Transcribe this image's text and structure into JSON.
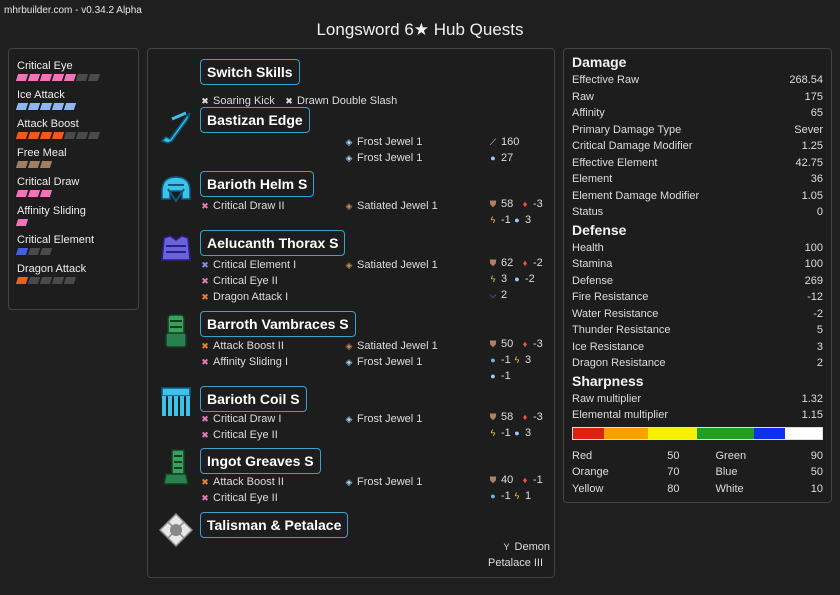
{
  "header": {
    "version": "mhrbuilder.com - v0.34.2 Alpha",
    "title": "Longsword 6★ Hub Quests"
  },
  "skills": [
    {
      "name": "Critical Eye",
      "level": 5,
      "max": 7,
      "color": "#f075b8"
    },
    {
      "name": "Ice Attack",
      "level": 5,
      "max": 5,
      "color": "#8fb6f0"
    },
    {
      "name": "Attack Boost",
      "level": 4,
      "max": 7,
      "color": "#f05a20"
    },
    {
      "name": "Free Meal",
      "level": 3,
      "max": 3,
      "color": "#a08060"
    },
    {
      "name": "Critical Draw",
      "level": 3,
      "max": 3,
      "color": "#f075b8"
    },
    {
      "name": "Affinity Sliding",
      "level": 1,
      "max": 1,
      "color": "#f075b8"
    },
    {
      "name": "Critical Element",
      "level": 1,
      "max": 3,
      "color": "#4060e0"
    },
    {
      "name": "Dragon Attack",
      "level": 1,
      "max": 5,
      "color": "#f06010"
    }
  ],
  "equipment": {
    "switch": {
      "name": "Switch Skills",
      "skills": [
        "Soaring Kick",
        "Drawn Double Slash"
      ]
    },
    "weapon": {
      "name": "Bastizan Edge",
      "jewels": [
        "Frost Jewel 1",
        "Frost Jewel 1"
      ],
      "stats": [
        "160",
        "27"
      ]
    },
    "helm": {
      "name": "Barioth Helm S",
      "skills": [
        "Critical Draw II"
      ],
      "jewels": [
        "Satiated Jewel 1"
      ],
      "stats": {
        "def": "58",
        "fire": "-3",
        "thunder": "-1",
        "ice": "3"
      }
    },
    "chest": {
      "name": "Aelucanth Thorax S",
      "skills": [
        "Critical Element I",
        "Critical Eye II",
        "Dragon Attack I"
      ],
      "jewels": [
        "Satiated Jewel 1"
      ],
      "stats": {
        "def": "62",
        "fire": "-2",
        "thunder": "3",
        "ice": "-2",
        "dragon": "2"
      }
    },
    "arms": {
      "name": "Barroth Vambraces S",
      "skills": [
        "Attack Boost II",
        "Affinity Sliding I"
      ],
      "jewels": [
        "Satiated Jewel 1",
        "Frost Jewel 1"
      ],
      "stats": {
        "def": "50",
        "fire": "-3",
        "water": "-1",
        "thunder": "3",
        "ice": "-1"
      }
    },
    "waist": {
      "name": "Barioth Coil S",
      "skills": [
        "Critical Draw I",
        "Critical Eye II"
      ],
      "jewels": [
        "Frost Jewel 1"
      ],
      "stats": {
        "def": "58",
        "fire": "-3",
        "thunder": "-1",
        "ice": "3"
      }
    },
    "legs": {
      "name": "Ingot Greaves S",
      "skills": [
        "Attack Boost II",
        "Critical Eye II"
      ],
      "jewels": [
        "Frost Jewel 1"
      ],
      "stats": {
        "def": "40",
        "fire": "-1",
        "water": "-1",
        "thunder": "1"
      }
    },
    "talisman": {
      "name": "Talisman & Petalace",
      "petalace_line1": "Demon",
      "petalace_line2": "Petalace III"
    }
  },
  "stats": {
    "damage_title": "Damage",
    "damage": [
      {
        "label": "Effective Raw",
        "value": "268.54"
      },
      {
        "label": "Raw",
        "value": "175"
      },
      {
        "label": "Affinity",
        "value": "65"
      },
      {
        "label": "Primary Damage Type",
        "value": "Sever"
      },
      {
        "label": "Critical Damage Modifier",
        "value": "1.25"
      },
      {
        "label": "Effective Element",
        "value": "42.75"
      },
      {
        "label": "Element",
        "value": "36"
      },
      {
        "label": "Element Damage Modifier",
        "value": "1.05"
      },
      {
        "label": "Status",
        "value": "0"
      }
    ],
    "defense_title": "Defense",
    "defense": [
      {
        "label": "Health",
        "value": "100"
      },
      {
        "label": "Stamina",
        "value": "100"
      },
      {
        "label": "Defense",
        "value": "269"
      },
      {
        "label": "Fire Resistance",
        "value": "-12"
      },
      {
        "label": "Water Resistance",
        "value": "-2"
      },
      {
        "label": "Thunder Resistance",
        "value": "5"
      },
      {
        "label": "Ice Resistance",
        "value": "3"
      },
      {
        "label": "Dragon Resistance",
        "value": "2"
      }
    ],
    "sharpness_title": "Sharpness",
    "sharpness": [
      {
        "label": "Raw multiplier",
        "value": "1.32"
      },
      {
        "label": "Elemental multiplier",
        "value": "1.15"
      }
    ],
    "sharpness_bar": [
      {
        "name": "Red",
        "value": 50,
        "color": "#e02010"
      },
      {
        "name": "Orange",
        "value": 70,
        "color": "#f8a000"
      },
      {
        "name": "Yellow",
        "value": 80,
        "color": "#f8f000"
      },
      {
        "name": "Green",
        "value": 90,
        "color": "#20a020"
      },
      {
        "name": "Blue",
        "value": 50,
        "color": "#1030f0"
      },
      {
        "name": "White",
        "value": 10,
        "color": "#ffffff"
      }
    ],
    "sharpness_total": 400,
    "sharpness_values": [
      {
        "label": "Red",
        "value": "50"
      },
      {
        "label": "Green",
        "value": "90"
      },
      {
        "label": "Orange",
        "value": "70"
      },
      {
        "label": "Blue",
        "value": "50"
      },
      {
        "label": "Yellow",
        "value": "80"
      },
      {
        "label": "White",
        "value": "10"
      }
    ]
  }
}
